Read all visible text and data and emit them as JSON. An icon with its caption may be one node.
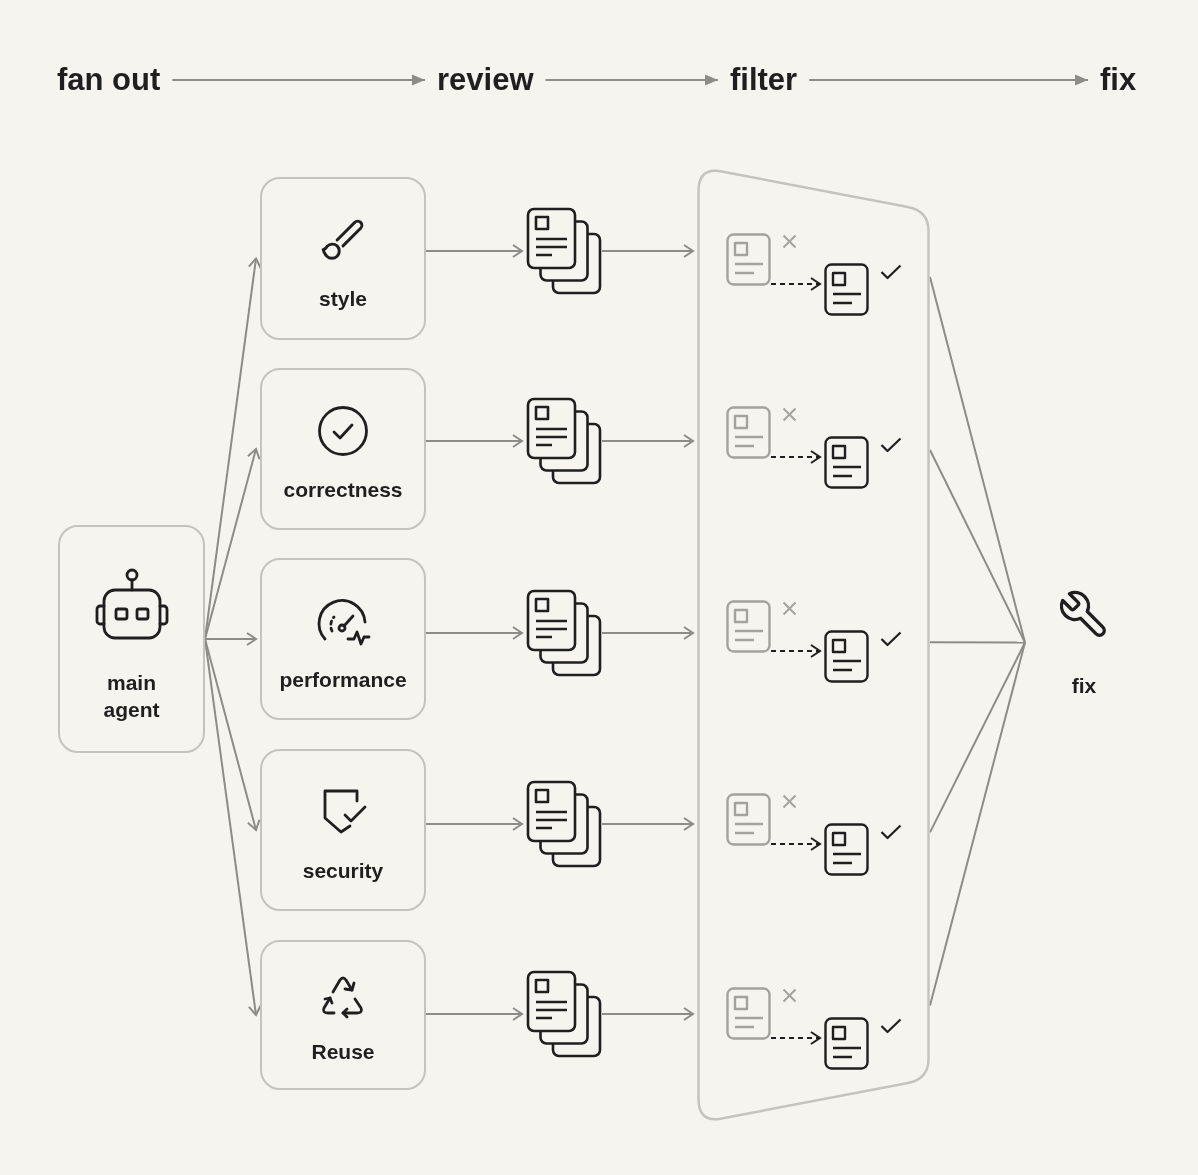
{
  "diagram": {
    "nodes": [
      {
        "text": [
          "fan out"
        ]
      },
      {
        "text": [
          "review"
        ]
      },
      {
        "text": [
          "filter"
        ]
      },
      {
        "text": [
          "fix"
        ]
      },
      {
        "text": [
          "main agent"
        ]
      },
      {
        "text": [
          "style"
        ]
      },
      {
        "text": [
          "correctness"
        ]
      },
      {
        "text": [
          "performance"
        ]
      },
      {
        "text": [
          "security"
        ]
      },
      {
        "text": [
          "Reuse"
        ]
      },
      {
        "text": [],
        "shape": "documents"
      },
      {
        "text": [],
        "shape": "documents"
      },
      {
        "text": [],
        "shape": "documents"
      },
      {
        "text": [],
        "shape": "documents"
      },
      {
        "text": [],
        "shape": "documents"
      },
      {
        "text": [],
        "shape": "trapezoid"
      },
      {
        "text": [],
        "shape": "document",
        "in": 15
      },
      {
        "text": [],
        "shape": "document",
        "in": 15
      },
      {
        "text": [],
        "shape": "document",
        "in": 15
      },
      {
        "text": [],
        "shape": "document",
        "in": 15
      },
      {
        "text": [],
        "shape": "document",
        "in": 15
      },
      {
        "text": [],
        "shape": "document",
        "in": 15
      },
      {
        "text": [],
        "shape": "document",
        "in": 15
      },
      {
        "text": [],
        "shape": "document",
        "in": 15
      },
      {
        "text": [],
        "shape": "document",
        "in": 15
      },
      {
        "text": [],
        "shape": "document",
        "in": 15
      },
      {
        "text": [
          "fix"
        ]
      }
    ],
    "edges": [
      {
        "from": 0,
        "to": 1,
        "arrow": "to"
      },
      {
        "from": 1,
        "to": 2,
        "arrow": "to"
      },
      {
        "from": 2,
        "to": 3,
        "arrow": "to"
      },
      {
        "from": 4,
        "to": 5,
        "arrow": "to"
      },
      {
        "from": 4,
        "to": 6,
        "arrow": "to"
      },
      {
        "from": 4,
        "to": 7,
        "arrow": "to"
      },
      {
        "from": 4,
        "to": 8,
        "arrow": "to"
      },
      {
        "from": 4,
        "to": 9,
        "arrow": "to"
      },
      {
        "from": 5,
        "to": 10,
        "arrow": "to"
      },
      {
        "from": 6,
        "to": 11,
        "arrow": "to"
      },
      {
        "from": 7,
        "to": 12,
        "arrow": "to"
      },
      {
        "from": 8,
        "to": 13,
        "arrow": "to"
      },
      {
        "from": 9,
        "to": 14,
        "arrow": "to"
      },
      {
        "from": 10,
        "to": 15,
        "arrow": "to"
      },
      {
        "from": 11,
        "to": 15,
        "arrow": "to"
      },
      {
        "from": 12,
        "to": 15,
        "arrow": "to"
      },
      {
        "from": 13,
        "to": 15,
        "arrow": "to"
      },
      {
        "from": 14,
        "to": 15,
        "arrow": "to"
      },
      {
        "from": 16,
        "to": 17,
        "arrow": "to",
        "style": "dashed",
        "color": "#1f1f1f"
      },
      {
        "from": 18,
        "to": 19,
        "arrow": "to",
        "style": "dashed",
        "color": "#1f1f1f"
      },
      {
        "from": 20,
        "to": 21,
        "arrow": "to",
        "style": "dashed",
        "color": "#1f1f1f"
      },
      {
        "from": 22,
        "to": 23,
        "arrow": "to",
        "style": "dashed",
        "color": "#1f1f1f"
      },
      {
        "from": 24,
        "to": 25,
        "arrow": "to",
        "style": "dashed",
        "color": "#1f1f1f"
      },
      {
        "from": 15,
        "to": 26,
        "arrow": "none"
      },
      {
        "from": 15,
        "to": 26,
        "arrow": "none"
      },
      {
        "from": 15,
        "to": 26,
        "arrow": "none"
      },
      {
        "from": 15,
        "to": 26,
        "arrow": "none"
      },
      {
        "from": 15,
        "to": 26,
        "arrow": "none"
      }
    ]
  }
}
